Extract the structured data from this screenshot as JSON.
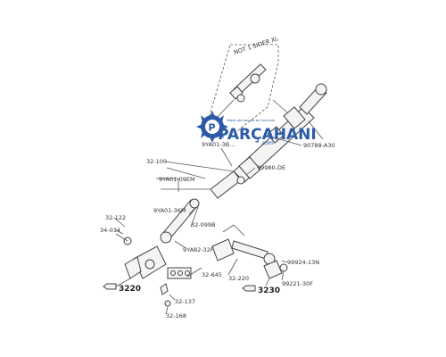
{
  "inset": {
    "label": "NOT 1 SIDER XL"
  },
  "logo": {
    "text": "PARÇAHANI",
    "domain": ".com",
    "tagline": "Yedek oto parcası bu hanımda",
    "color": "#2a5aa8"
  },
  "labels": {
    "l_9ya01_top": "9YA01-3B...",
    "l_90788": "90788-A30",
    "l_32100": "32-100",
    "l_9ya01_mid": "9YA01-09EM",
    "l_99980": "99980-DE",
    "l_9ya01_low": "9YA01-36M",
    "l_32099": "32-099B",
    "l_32122": "32-122",
    "l_34034": "34-034",
    "l_9ya82": "9YA82-32F",
    "l_3220": "3220",
    "l_32645": "32-645",
    "l_32220": "32-220",
    "l_3230": "3230",
    "l_99024": "99924-13N",
    "l_99221": "99221-30F",
    "l_32137": "32-137",
    "l_32168": "32-168"
  }
}
